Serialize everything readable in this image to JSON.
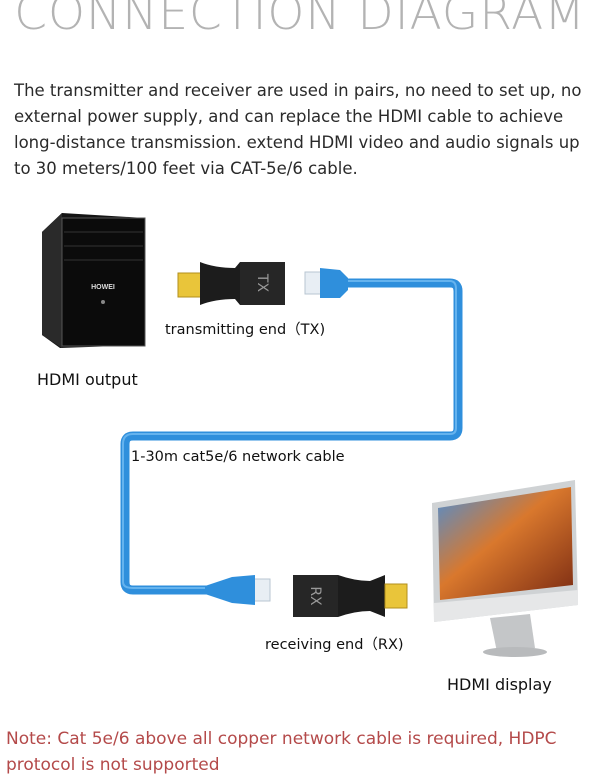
{
  "title": "CONNECTION DIAGRAM",
  "description": "The transmitter and receiver are used in pairs, no need to set up, no external power supply, and can replace the HDMI cable to achieve long-distance transmission. extend HDMI video and audio signals up to 30 meters/100 feet via CAT-5e/6 cable.",
  "source": {
    "label": "HDMI output",
    "brand": "HOWEI"
  },
  "transmitter": {
    "label": "transmitting end（TX)",
    "marking": "TX"
  },
  "cable": {
    "label": "1-30m cat5e/6 network cable",
    "color": "#3a9ee8"
  },
  "receiver": {
    "label": "receiving end（RX)",
    "marking": "RX"
  },
  "display": {
    "label": "HDMI display"
  },
  "note": "Note: Cat 5e/6 above all copper network cable is required, HDPC protocol is not supported"
}
